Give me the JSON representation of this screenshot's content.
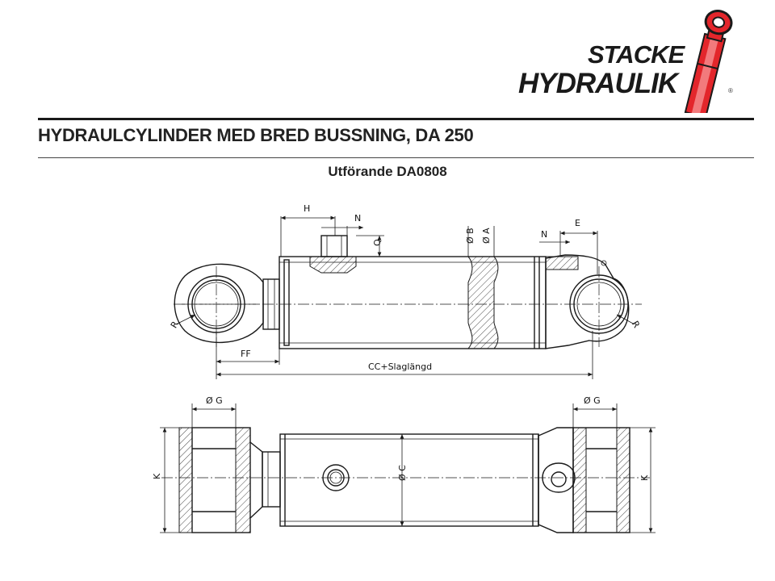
{
  "brand": {
    "line1": "STACKE",
    "line2": "HYDRAULIK",
    "registered": "®",
    "accent_color": "#e3262b"
  },
  "document": {
    "title": "HYDRAULCYLINDER MED BRED BUSSNING, DA 250",
    "subtitle": "Utförande DA0808"
  },
  "dimensions": {
    "H": "H",
    "N": "N",
    "Q": "Q",
    "diam_B": "B",
    "diam_A": "A",
    "E": "E",
    "R": "R",
    "FF": "FF",
    "stroke_length": "CC+Slaglängd",
    "diam_G": "G",
    "diam_C": "C",
    "K": "K",
    "diameter_symbol": "Ø"
  }
}
